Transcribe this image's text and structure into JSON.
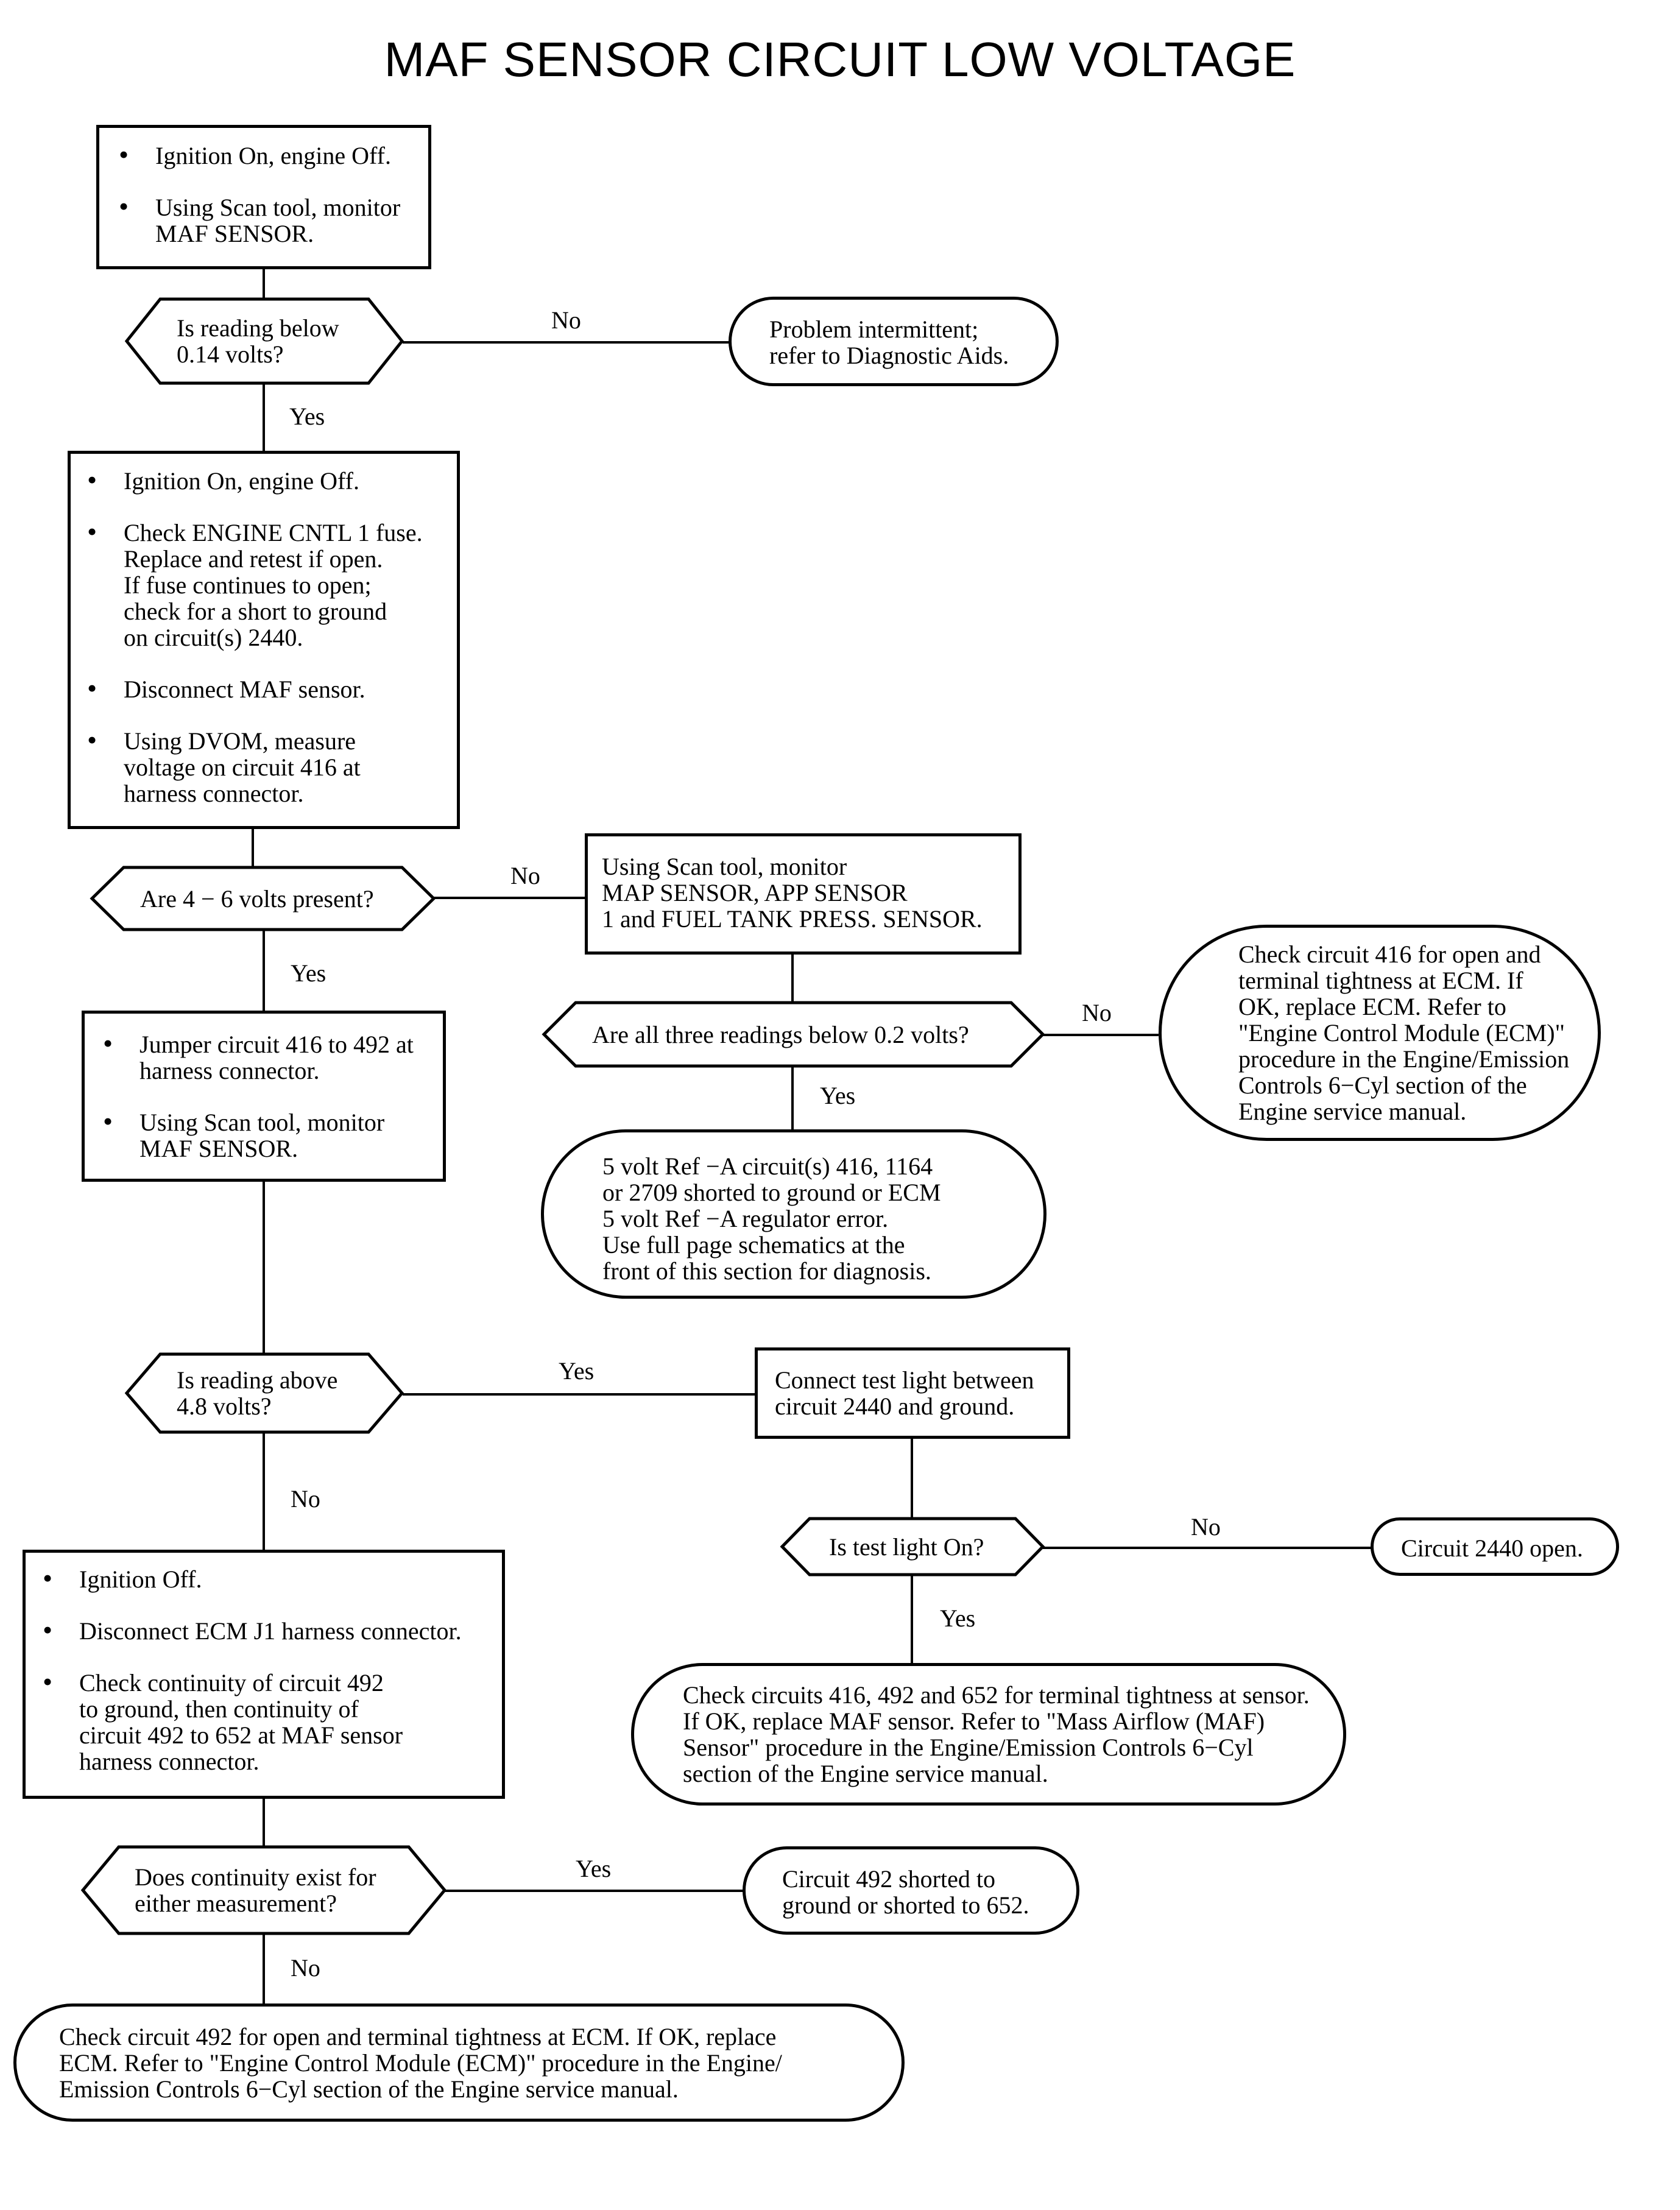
{
  "title": "MAF SENSOR CIRCUIT LOW VOLTAGE",
  "nodes": {
    "step1": [
      "Ignition On, engine Off.",
      "Using Scan tool, monitor\nMAF SENSOR."
    ],
    "q1": "Is reading below\n0.14 volts?",
    "r1": "Problem intermittent;\nrefer to Diagnostic Aids.",
    "step2": [
      "Ignition On, engine Off.",
      "Check ENGINE CNTL 1 fuse.\nReplace and retest if open.\nIf fuse continues to open;\ncheck for a short to ground\non circuit(s) 2440.",
      "Disconnect MAF sensor.",
      "Using DVOM, measure\nvoltage on circuit 416 at\nharness connector."
    ],
    "q2": "Are 4 − 6 volts present?",
    "step3": "Using Scan tool, monitor\nMAP SENSOR, APP SENSOR\n1 and FUEL TANK PRESS. SENSOR.",
    "q3": "Are all three readings below 0.2 volts?",
    "r3no": "Check circuit 416 for open and\nterminal tightness at ECM. If\nOK, replace ECM. Refer to\n\"Engine Control Module (ECM)\"\nprocedure in the Engine/Emission\nControls 6−Cyl section of the\nEngine service manual.",
    "r3yes": "5 volt Ref −A circuit(s) 416, 1164\nor 2709 shorted to ground or ECM\n5 volt Ref −A regulator error.\nUse full page schematics at the\nfront of this section for diagnosis.",
    "step4": [
      "Jumper circuit 416 to 492 at\nharness connector.",
      "Using Scan tool, monitor\nMAF SENSOR."
    ],
    "q4": "Is reading above\n4.8 volts?",
    "step5": "Connect test light between\ncircuit 2440 and ground.",
    "q5": "Is test light On?",
    "r5no": "Circuit 2440 open.",
    "r5yes": "Check circuits 416, 492 and 652 for terminal tightness at sensor.\nIf OK, replace MAF sensor. Refer to \"Mass Airflow (MAF)\nSensor\" procedure in the Engine/Emission Controls 6−Cyl\nsection of the Engine service manual.",
    "step6": [
      "Ignition Off.",
      "Disconnect ECM J1 harness connector.",
      "Check continuity of circuit 492\nto ground, then continuity of\ncircuit 492 to 652 at MAF sensor\nharness connector."
    ],
    "q6": "Does continuity exist for\neither measurement?",
    "r6yes": "Circuit 492 shorted to\nground or shorted to 652.",
    "r6no": "Check circuit 492 for open and terminal tightness at ECM. If OK, replace\nECM. Refer to \"Engine Control Module (ECM)\" procedure in the Engine/\nEmission Controls 6−Cyl section of the Engine service manual."
  },
  "labels": {
    "q1_no": "No",
    "q1_yes": "Yes",
    "q2_no": "No",
    "q2_yes": "Yes",
    "q3_no": "No",
    "q3_yes": "Yes",
    "q4_yes": "Yes",
    "q4_no": "No",
    "q5_no": "No",
    "q5_yes": "Yes",
    "q6_yes": "Yes",
    "q6_no": "No"
  }
}
